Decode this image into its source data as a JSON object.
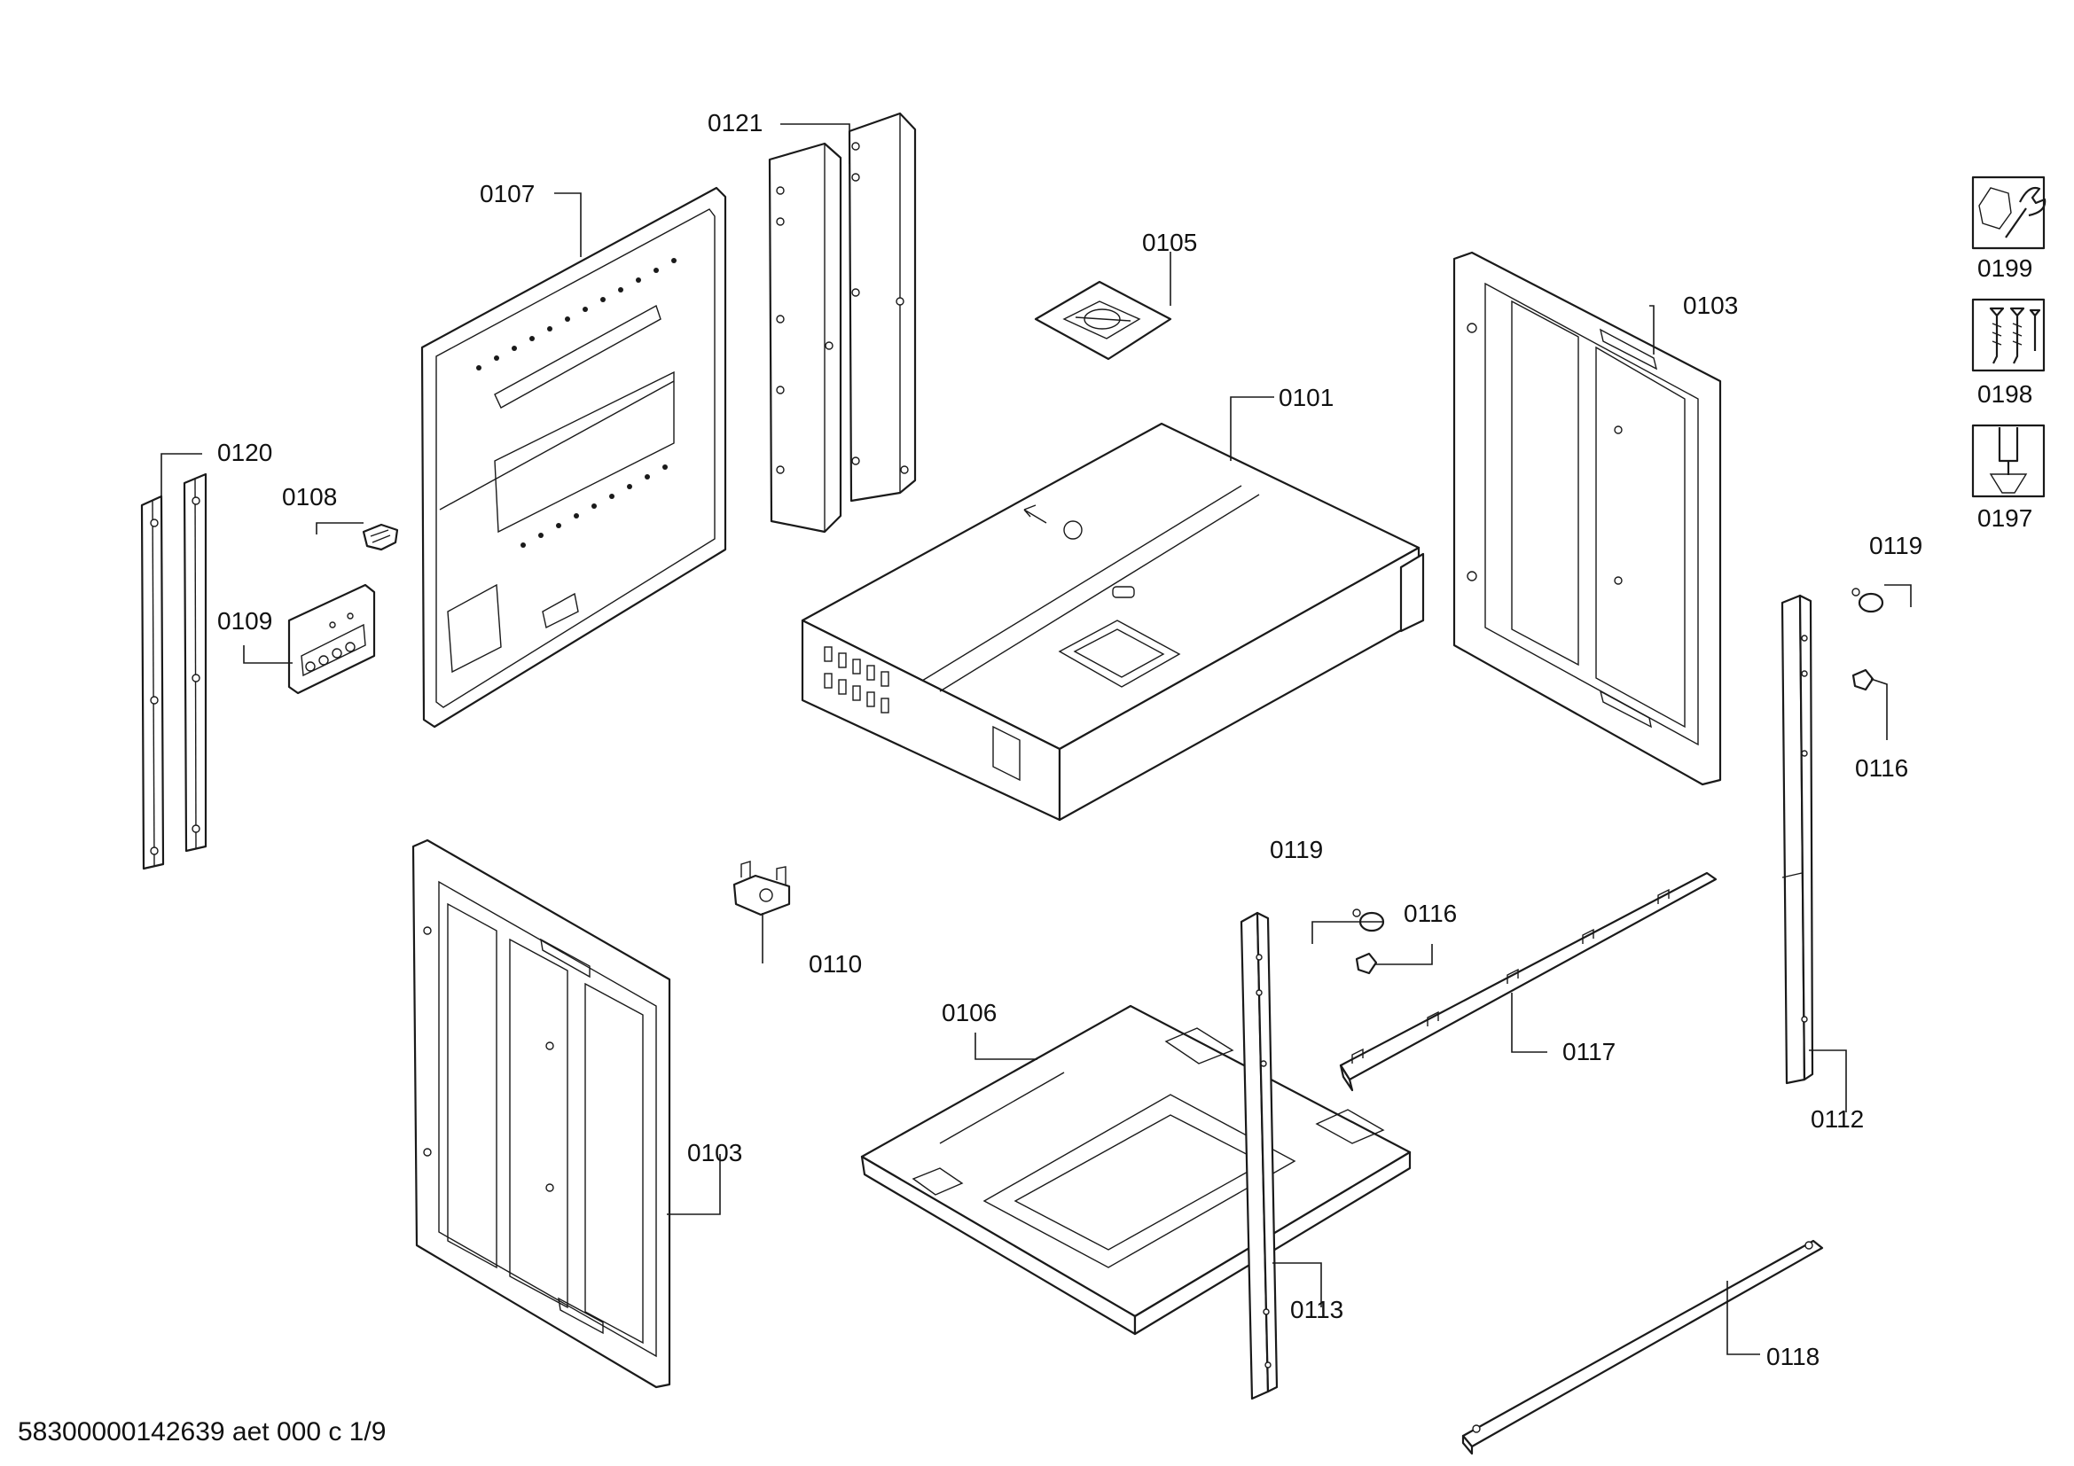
{
  "labels": {
    "p0101": "0101",
    "p0103_top": "0103",
    "p0103_bottom": "0103",
    "p0105": "0105",
    "p0106": "0106",
    "p0107": "0107",
    "p0108": "0108",
    "p0109": "0109",
    "p0110": "0110",
    "p0112": "0112",
    "p0113": "0113",
    "p0116_right": "0116",
    "p0116_mid": "0116",
    "p0117": "0117",
    "p0118": "0118",
    "p0119_right": "0119",
    "p0119_mid": "0119",
    "p0120": "0120",
    "p0121": "0121"
  },
  "legend": {
    "items": [
      {
        "code": "0199",
        "icon": "wrench-nut-icon"
      },
      {
        "code": "0198",
        "icon": "screws-icon"
      },
      {
        "code": "0197",
        "icon": "screwdriver-icon"
      }
    ]
  },
  "footer": {
    "doc_id": "58300000142639 aet 000 c 1/9"
  }
}
